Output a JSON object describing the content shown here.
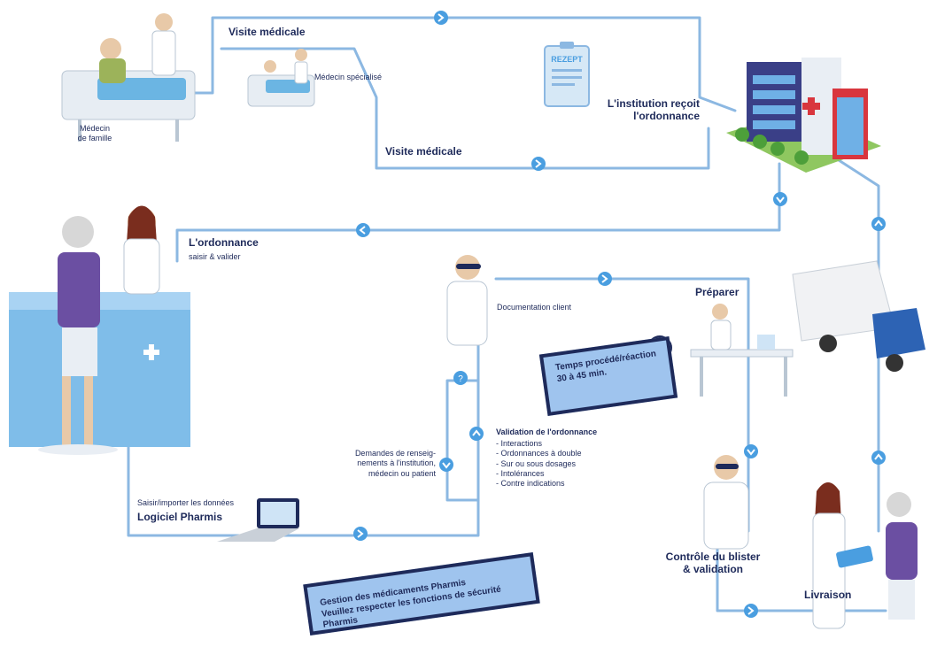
{
  "steps": {
    "visite1": "Visite médicale",
    "medecin_famille": "Médecin\nde famille",
    "medecin_specialise": "Médecin spécialisé",
    "visite2": "Visite médicale",
    "institution": "L'institution reçoit\nl'ordonnance",
    "ordonnance_title": "L'ordonnance",
    "ordonnance_sub": "saisir & valider",
    "documentation": "Documentation client",
    "preparer": "Préparer",
    "validation_title": "Validation de l'ordonnance",
    "validation_items": "- Interactions\n- Ordonnances à double\n- Sur ou sous dosages\n- Intolérances\n- Contre indications",
    "demandes": "Demandes de renseig-\nnements à l'institution,\nmédecin ou patient",
    "saisir": "Saisir/importer les données",
    "logiciel": "Logiciel Pharmis",
    "controle": "Contrôle du blister\n& validation",
    "livraison": "Livraison"
  },
  "badges": {
    "temps": "Temps procédé/réaction\n30 à 45 min.",
    "gestion": "Gestion des médicaments Pharmis\nVeuillez respecter les fonctions de sécurité Pharmis"
  },
  "icons": {
    "bed": "hospital-bed-icon",
    "hospital": "hospital-building-icon",
    "truck": "delivery-truck-icon",
    "rx": "prescription-icon",
    "laptop": "laptop-icon",
    "check": "checkmark-icon"
  },
  "colors": {
    "line": "#8cb8e2",
    "dark": "#1e2a5a",
    "accent": "#4a9ee0",
    "badge_bg": "#9fc4ee"
  }
}
